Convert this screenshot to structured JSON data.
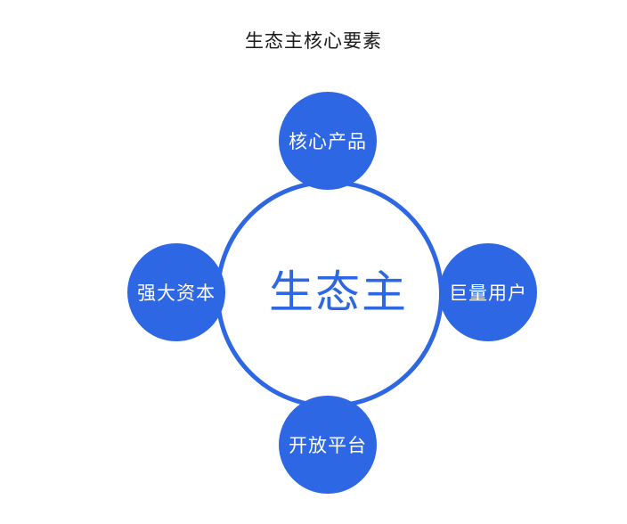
{
  "title": "生态主核心要素",
  "center": "生态主",
  "nodes": {
    "top": "核心产品",
    "right": "巨量用户",
    "left": "强大资本",
    "bottom": "开放平台"
  },
  "colors": {
    "accent": "#2e67e4",
    "node_text": "#ffffff",
    "title_text": "#1a1a1a"
  }
}
